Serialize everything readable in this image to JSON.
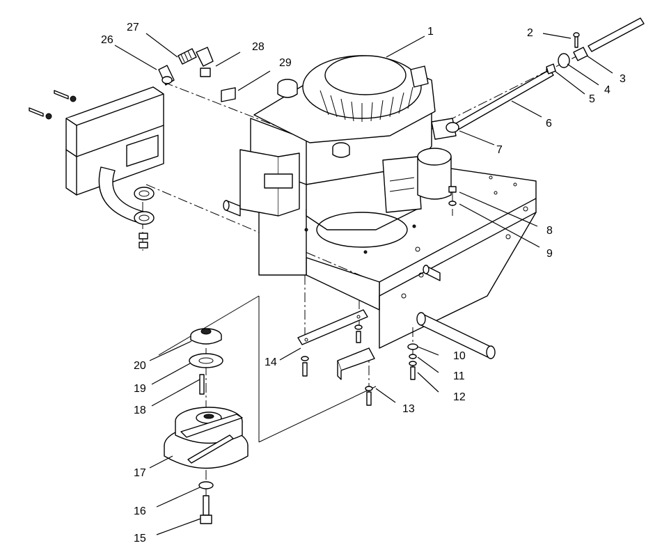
{
  "parts": [
    {
      "callout": "1"
    },
    {
      "callout": "2"
    },
    {
      "callout": "3"
    },
    {
      "callout": "4"
    },
    {
      "callout": "5"
    },
    {
      "callout": "6"
    },
    {
      "callout": "7"
    },
    {
      "callout": "8"
    },
    {
      "callout": "9"
    },
    {
      "callout": "10"
    },
    {
      "callout": "11"
    },
    {
      "callout": "12"
    },
    {
      "callout": "13"
    },
    {
      "callout": "14"
    },
    {
      "callout": "15"
    },
    {
      "callout": "16"
    },
    {
      "callout": "17"
    },
    {
      "callout": "18"
    },
    {
      "callout": "19"
    },
    {
      "callout": "20"
    },
    {
      "callout": "26"
    },
    {
      "callout": "27"
    },
    {
      "callout": "28"
    },
    {
      "callout": "29"
    }
  ]
}
